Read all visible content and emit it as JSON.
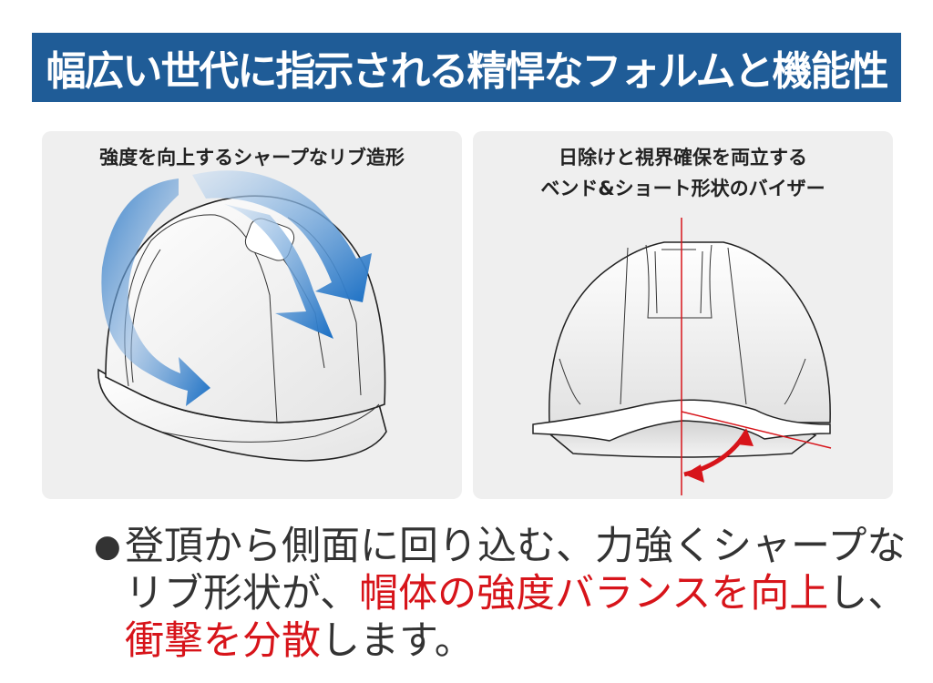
{
  "header": {
    "title": "幅広い世代に指示される精悍なフォルムと機能性",
    "background_color": "#1f5c97"
  },
  "panels": [
    {
      "caption_lines": [
        "強度を向上するシャープなリブ造形"
      ],
      "illustration": "helmet-side-view-with-blue-rib-arrows",
      "accent_color": "#1a6fc4"
    },
    {
      "caption_lines": [
        "日除けと視界確保を両立する",
        "ベンド&ショート形状のバイザー"
      ],
      "illustration": "helmet-front-view-with-red-visor-angle",
      "accent_color": "#d7141a"
    }
  ],
  "description": {
    "bullet": "●",
    "segments": {
      "s1": "登頂から側面に回り込む、力強くシャープな",
      "s2": "リブ形状が、",
      "s3": "帽体の強度バランスを向上",
      "s4": "し、",
      "s5": "衝撃を分散",
      "s6": "します。"
    },
    "highlight_color": "#d7141a"
  }
}
